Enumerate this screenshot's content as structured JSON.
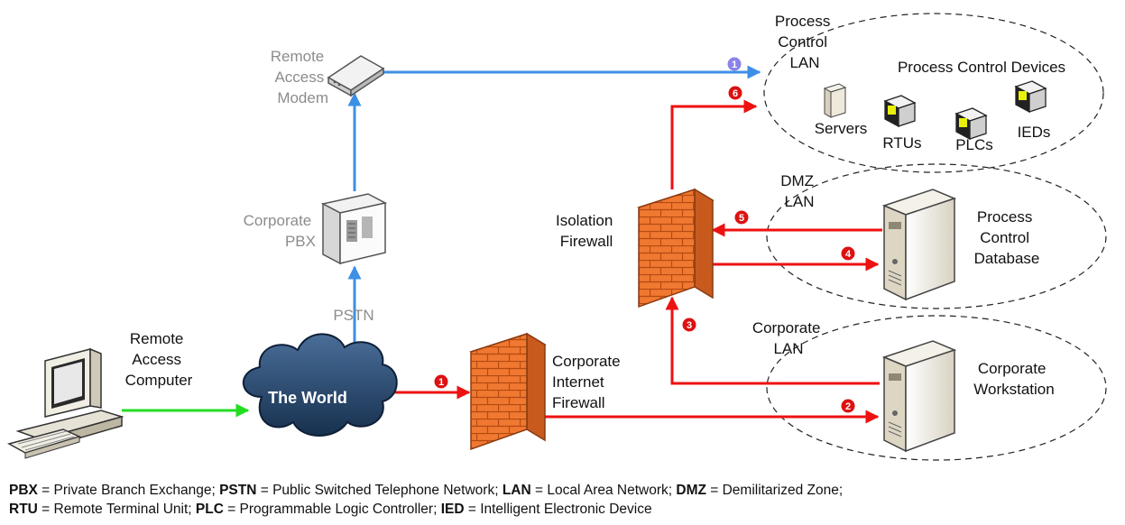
{
  "colors": {
    "blue": "#3d8fe6",
    "red": "#ee1111",
    "green": "#22dd22",
    "badge_red": "#dd1111",
    "badge_purple": "#8a84e8",
    "firewall": "#f07830",
    "cloud": "#2a4a70"
  },
  "labels": {
    "remote_access_modem": [
      "Remote",
      "Access",
      "Modem"
    ],
    "corporate_pbx": [
      "Corporate",
      "PBX"
    ],
    "pstn": "PSTN",
    "remote_access_computer": [
      "Remote",
      "Access",
      "Computer"
    ],
    "the_world": "The World",
    "corporate_internet_firewall": [
      "Corporate",
      "Internet",
      "Firewall"
    ],
    "isolation_firewall": [
      "Isolation",
      "Firewall"
    ],
    "process_control_lan": [
      "Process",
      "Control",
      "LAN"
    ],
    "process_control_devices": "Process Control Devices",
    "servers": "Servers",
    "rtus": "RTUs",
    "plcs": "PLCs",
    "ieds": "IEDs",
    "dmz_lan": [
      "DMZ",
      "LAN"
    ],
    "process_control_database": [
      "Process",
      "Control",
      "Database"
    ],
    "corporate_lan": [
      "Corporate",
      "LAN"
    ],
    "corporate_workstation": [
      "Corporate",
      "Workstation"
    ]
  },
  "badges": {
    "b1_blue": "1",
    "b1_red": "1",
    "b2": "2",
    "b3": "3",
    "b4": "4",
    "b5": "5",
    "b6": "6"
  },
  "legend": [
    [
      {
        "abbr": "PBX",
        "text": " = Private Branch Exchange; "
      },
      {
        "abbr": "PSTN",
        "text": " = Public Switched Telephone Network; "
      },
      {
        "abbr": "LAN",
        "text": " = Local Area Network; "
      },
      {
        "abbr": "DMZ",
        "text": " = Demilitarized Zone;"
      }
    ],
    [
      {
        "abbr": "RTU",
        "text": " = Remote Terminal Unit; "
      },
      {
        "abbr": "PLC",
        "text": " = Programmable Logic Controller; "
      },
      {
        "abbr": "IED",
        "text": " = Intelligent Electronic Device"
      }
    ]
  ]
}
